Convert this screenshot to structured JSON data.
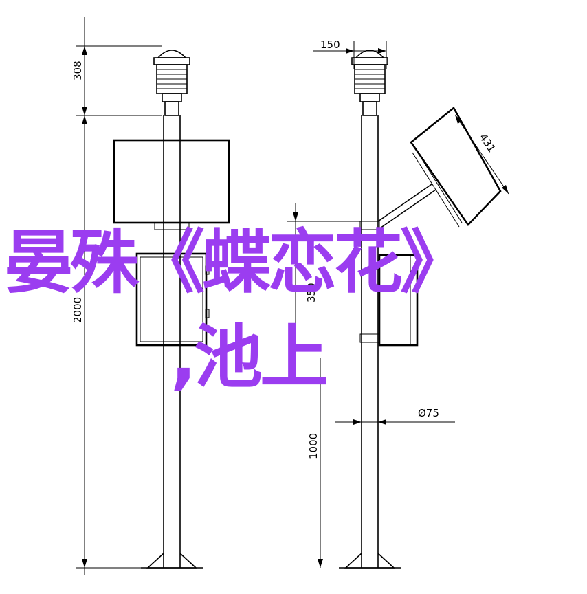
{
  "overlay": {
    "line1": "晏殊《蝶恋花》",
    "line2": ",池上",
    "color": "#9b3df0"
  },
  "dimensions": {
    "sensor_height": "308",
    "mount_height": "2000",
    "sensor_width": "150",
    "panel_size": "431",
    "arm_height": "350",
    "pole_diameter": "Ø75",
    "base_height": "1000"
  }
}
